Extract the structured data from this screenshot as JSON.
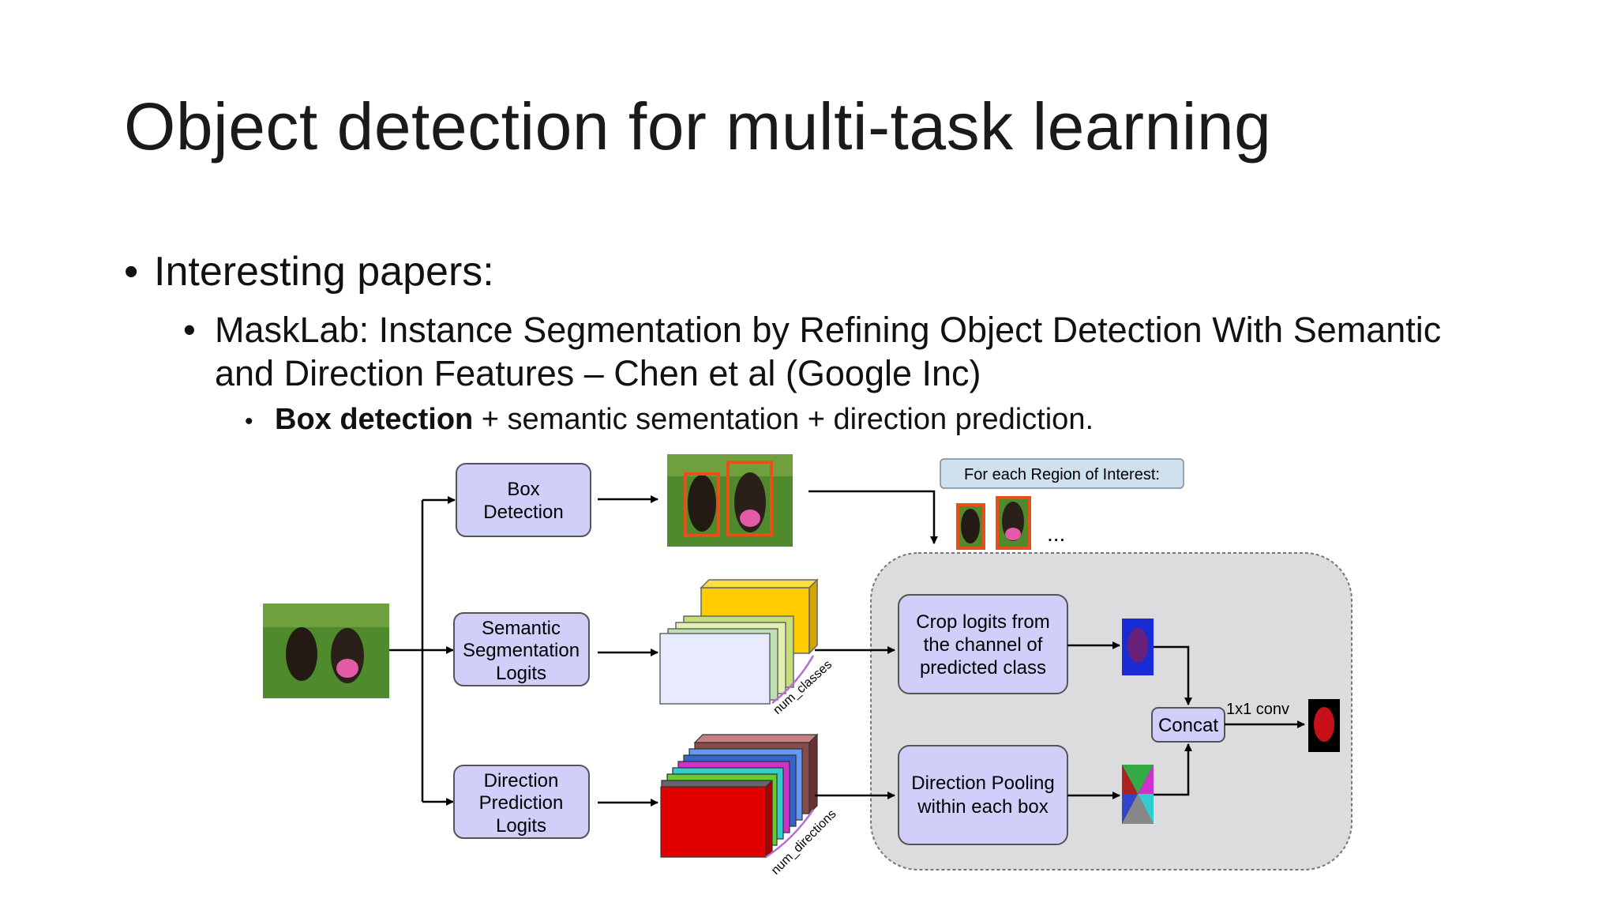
{
  "title": "Object detection for multi-task learning",
  "bullet1": "Interesting papers:",
  "bullet2": "MaskLab: Instance Segmentation by Refining Object Detection With Semantic and Direction Features – Chen et al (Google Inc)",
  "bullet3": {
    "bold": "Box detection",
    "rest": " + semantic sementation + direction prediction."
  },
  "diagram": {
    "box_detection": [
      "Box",
      "Detection"
    ],
    "semantic": [
      "Semantic",
      "Segmentation",
      "Logits"
    ],
    "direction": [
      "Direction",
      "Prediction",
      "Logits"
    ],
    "roi_label": "For each Region of Interest:",
    "ellipsis": "...",
    "crop": [
      "Crop logits from",
      "the channel of",
      "predicted class"
    ],
    "pooling": [
      "Direction Pooling",
      "within each box"
    ],
    "concat": "Concat",
    "conv": "1x1 conv",
    "num_classes": "num_classes",
    "num_directions": "num_directions"
  }
}
